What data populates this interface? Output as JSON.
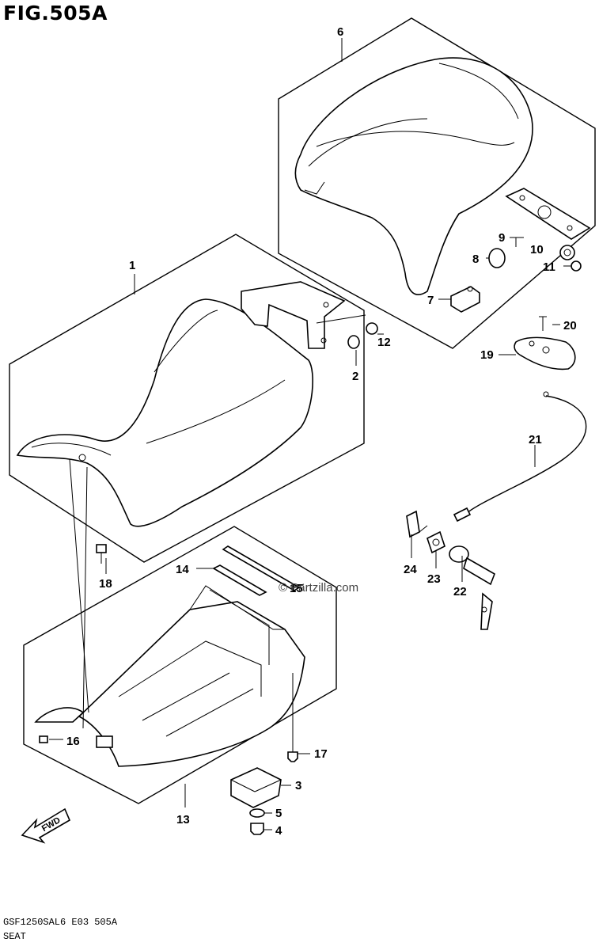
{
  "figure": {
    "title": "FIG.505A",
    "code": "GSF1250SAL6 E03 505A",
    "name": "SEAT"
  },
  "watermark": "© Partzilla.com",
  "fwd_label": "FWD",
  "callouts": {
    "c1": "1",
    "c2": "2",
    "c3": "3",
    "c4": "4",
    "c5": "5",
    "c6": "6",
    "c7": "7",
    "c8": "8",
    "c9": "9",
    "c10": "10",
    "c11": "11",
    "c12": "12",
    "c13": "13",
    "c14": "14",
    "c15": "15",
    "c16": "16",
    "c17": "17",
    "c18": "18",
    "c19": "19",
    "c20": "20",
    "c21": "21",
    "c22": "22",
    "c23": "23",
    "c24": "24"
  }
}
